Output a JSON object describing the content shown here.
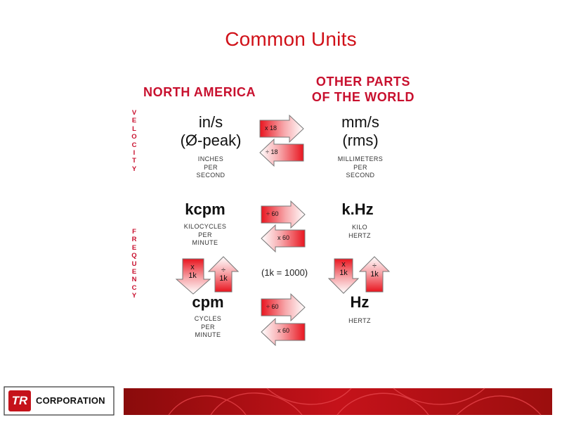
{
  "title": "Common Units",
  "regions": {
    "north_america": "NORTH AMERICA",
    "other_line1": "OTHER PARTS",
    "other_line2": "OF THE WORLD"
  },
  "side_labels": {
    "velocity": [
      "V",
      "E",
      "L",
      "O",
      "C",
      "I",
      "T",
      "Y"
    ],
    "frequency": [
      "F",
      "R",
      "E",
      "Q",
      "U",
      "E",
      "N",
      "C",
      "Y"
    ]
  },
  "velocity": {
    "left_unit_line1": "in/s",
    "left_unit_line2": "(Ø-peak)",
    "left_desc": [
      "INCHES",
      "PER",
      "SECOND"
    ],
    "right_unit_line1": "mm/s",
    "right_unit_line2": "(rms)",
    "right_desc": [
      "MILLIMETERS",
      "PER",
      "SECOND"
    ],
    "to_right_label": "x  18",
    "to_left_label": "÷ 18"
  },
  "kilo_frequency": {
    "left_unit": "kcpm",
    "left_desc": [
      "KILOCYCLES",
      "PER",
      "MINUTE"
    ],
    "right_unit": "k.Hz",
    "right_desc": [
      "KILO",
      "HERTZ"
    ],
    "to_right_label": "÷ 60",
    "to_left_label": "x 60"
  },
  "kilo_conversion": {
    "down_label_op": "x",
    "down_label_val": "1k",
    "up_label_op": "÷",
    "up_label_val": "1k",
    "note": "(1k = 1000)"
  },
  "frequency": {
    "left_unit": "cpm",
    "left_desc": [
      "CYCLES",
      "PER",
      "MINUTE"
    ],
    "right_unit": "Hz",
    "right_desc": [
      "HERTZ"
    ],
    "to_right_label": "÷ 60",
    "to_left_label": "x 60"
  },
  "footer": {
    "logo_mark": "TR",
    "company": "CORPORATION"
  },
  "colors": {
    "accent_red": "#c8102e",
    "title_red": "#d01018",
    "arrow_outline": "#777777"
  }
}
